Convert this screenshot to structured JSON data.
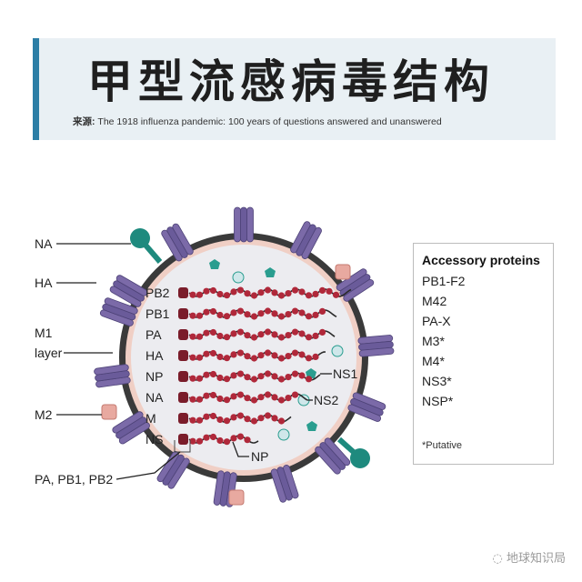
{
  "header": {
    "title": "甲型流感病毒结构",
    "source_prefix": "来源:",
    "source_text": " The 1918 influenza pandemic: 100 years of questions answered and unanswered"
  },
  "labels": {
    "na": "NA",
    "ha": "HA",
    "m1_line1": "M1",
    "m1_line2": "layer",
    "m2": "M2",
    "polymerase": "PA, PB1, PB2",
    "ns1": "NS1",
    "ns2": "NS2",
    "np": "NP"
  },
  "segments": [
    "PB2",
    "PB1",
    "PA",
    "HA",
    "NP",
    "NA",
    "M",
    "NS"
  ],
  "legend": {
    "title": "Accessory proteins",
    "items": [
      "PB1-F2",
      "M42",
      "PA-X",
      "M3*",
      "M4*",
      "NS3*",
      "NSP*"
    ],
    "note": "*Putative"
  },
  "watermark": "地球知识局",
  "colors": {
    "header_bg": "#e9f0f4",
    "accent": "#2c7ea6",
    "spike": "#7b6aa8",
    "envelope": "#3a3a3a",
    "m1_layer": "#f0cfc5",
    "interior": "#ececf0",
    "rna_bead": "#b0283a",
    "na_teal": "#1e8a7e",
    "ns1_teal": "#2a9d8f",
    "ns2_light": "#cfe7ea",
    "m2_pink": "#e8a9a0"
  }
}
